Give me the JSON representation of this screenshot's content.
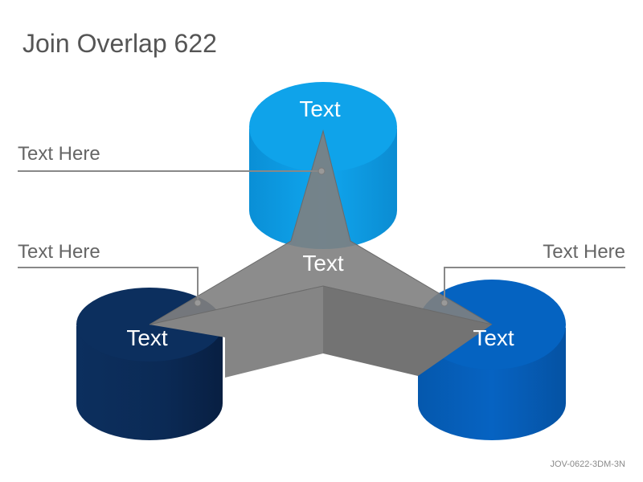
{
  "title": "Join Overlap 622",
  "center_text": "Text",
  "cylinders": {
    "top": {
      "text": "Text",
      "color": "#0fa3ea"
    },
    "left": {
      "text": "Text",
      "color": "#0c2f5e"
    },
    "right": {
      "text": "Text",
      "color": "#0563c1"
    }
  },
  "callouts": {
    "top_left": "Text Here",
    "mid_left": "Text Here",
    "mid_right": "Text Here"
  },
  "code": "JOV-0622-3DM-3N"
}
